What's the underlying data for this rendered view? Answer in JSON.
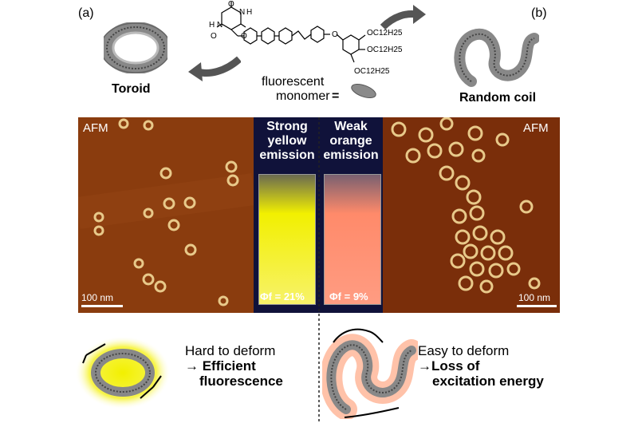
{
  "labels": {
    "panel_a": "(a)",
    "panel_b": "(b)"
  },
  "top": {
    "toroid_label": "Toroid",
    "random_coil_label": "Random coil",
    "monomer_line1": "fluorescent",
    "monomer_line2": "monomer",
    "equals": "=",
    "chem_h_left": "H",
    "chem_n_left": "N",
    "chem_h_right": "H",
    "chem_n_right": "N",
    "chem_o_top": "O",
    "chem_o_left": "O",
    "chem_o_bottom": "O",
    "chem_o_ether": "O",
    "chem_chain1": "OC12H25",
    "chem_chain2": "OC12H25",
    "chem_chain3": "OC12H25"
  },
  "middle": {
    "afm_left": "AFM",
    "afm_right": "AFM",
    "scale_left": "100 nm",
    "scale_right": "100 nm",
    "emission_left": [
      "Strong",
      "yellow",
      "emission"
    ],
    "emission_right": [
      "Weak",
      "orange",
      "emission"
    ],
    "phi_left": "Φf = 21%",
    "phi_right": "Φf = 9%"
  },
  "bottom": {
    "left_line1": "Hard to deform",
    "left_line2": "→ Efficient",
    "left_line3": "fluorescence",
    "right_line1": "Easy to deform",
    "right_line2": "→Loss of",
    "right_line3": "excitation energy"
  },
  "colors": {
    "afm_bg": "#8a3c0e",
    "yellow_emission": "#f2f000",
    "orange_emission": "#ff8a6a",
    "arrow_gray": "#555555"
  }
}
